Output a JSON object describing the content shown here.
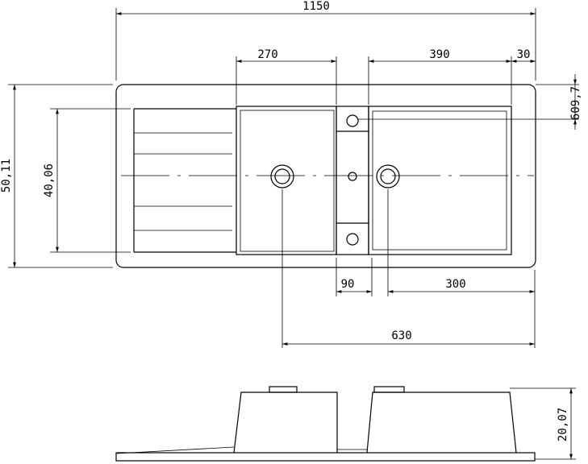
{
  "top_view": {
    "dimensions": {
      "overall_width": "1150",
      "left_bowl_width": "270",
      "right_bowl_width": "390",
      "right_rim": "30",
      "middle_gap": "90",
      "right_drain_offset": "300",
      "drain_to_drain": "630",
      "overall_depth": "50,11",
      "bowl_depth": "40,06",
      "top_offset": "609,7"
    }
  },
  "side_view": {
    "dimensions": {
      "height": "20,07"
    }
  }
}
